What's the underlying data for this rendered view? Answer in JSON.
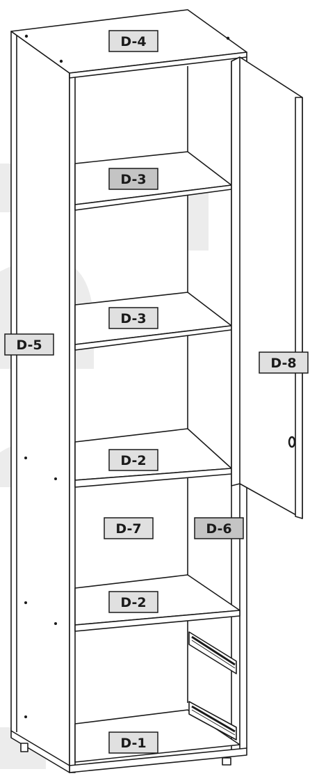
{
  "diagram": {
    "parts": [
      {
        "id": "top-panel",
        "label": "D-4"
      },
      {
        "id": "shelf-upper",
        "label": "D-3"
      },
      {
        "id": "shelf-middle",
        "label": "D-3"
      },
      {
        "id": "side-panel-left",
        "label": "D-5"
      },
      {
        "id": "door",
        "label": "D-8"
      },
      {
        "id": "shelf-fixed-upper",
        "label": "D-2"
      },
      {
        "id": "back-left",
        "label": "D-7"
      },
      {
        "id": "divider",
        "label": "D-6"
      },
      {
        "id": "shelf-fixed-lower",
        "label": "D-2"
      },
      {
        "id": "bottom-panel",
        "label": "D-1"
      }
    ],
    "watermark": "®"
  },
  "colors": {
    "line": "#1a1a1a",
    "panel": "#ffffff",
    "label_fill": "#e0e0e0",
    "label_fill_dark": "#c4c4c4",
    "watermark": "#ececec"
  }
}
